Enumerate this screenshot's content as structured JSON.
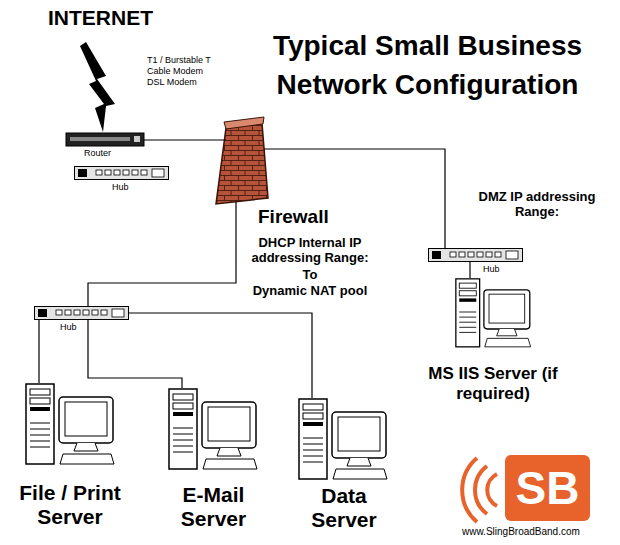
{
  "diagram": {
    "title": "Typical Small Business Network Configuration",
    "nodes": [
      {
        "text": [
          "Router"
        ]
      },
      {
        "text": [
          "Hub"
        ]
      },
      {
        "text": [
          "Firewall"
        ]
      },
      {
        "text": [
          "Hub"
        ]
      },
      {
        "text": [
          "MS IIS Server (if required)"
        ]
      },
      {
        "text": [
          "Hub"
        ]
      },
      {
        "text": [
          "File / Print Server"
        ]
      },
      {
        "text": [
          "E-Mail Server"
        ]
      },
      {
        "text": [
          "Data Server"
        ]
      }
    ],
    "edges": [
      {
        "from": 0,
        "to": 2,
        "arrow": "none"
      },
      {
        "from": 2,
        "to": 3,
        "arrow": "none"
      },
      {
        "from": 3,
        "to": 4,
        "arrow": "none"
      },
      {
        "from": 2,
        "to": 5,
        "arrow": "none"
      },
      {
        "from": 5,
        "to": 6,
        "arrow": "none"
      },
      {
        "from": 5,
        "to": 7,
        "arrow": "none"
      },
      {
        "from": 5,
        "to": 8,
        "arrow": "none"
      }
    ],
    "labels": [
      "INTERNET",
      "T1 / Burstable T",
      "Cable Modem",
      "DSL Modem",
      "DHCP Internal IP addressing Range:",
      "To",
      "Dynamic NAT pool",
      "DMZ IP addressing Range:",
      "SB",
      "www.SlingBroadBand.com"
    ]
  }
}
